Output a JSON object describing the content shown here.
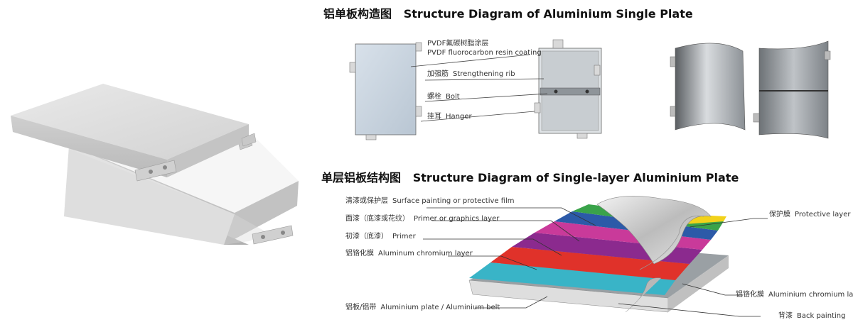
{
  "heading_top": {
    "cn": "铝单板构造图",
    "en": "Structure Diagram of Aluminium Single Plate"
  },
  "heading_bottom": {
    "cn": "单层铝板结构图",
    "en": "Structure Diagram of Single-layer Aluminium Plate"
  },
  "top_labels": {
    "pvdf_cn": "PVDF氟碳树脂涂层",
    "pvdf_en": "PVDF fluorocarbon resin coating",
    "rib_cn": "加强筋",
    "rib_en": "Strengthening rib",
    "bolt_cn": "螺栓",
    "bolt_en": "Bolt",
    "hanger_cn": "挂耳",
    "hanger_en": "Hanger"
  },
  "layer_labels": {
    "surface_cn": "清漆或保护层",
    "surface_en": "Surface painting or protective film",
    "primer_graphics_cn": "面漆（底漆或花纹）",
    "primer_graphics_en": "Primer or graphics layer",
    "primer_cn": "初漆（底漆）",
    "primer_en": "Primer",
    "chromium_left_cn": "铝铬化膜",
    "chromium_left_en": "Aluminum chromium layer",
    "plate_cn": "铝板/铝带",
    "plate_en": "Aluminium plate / Aluminium belt",
    "protective_cn": "保护膜",
    "protective_en": "Protective layer",
    "chromium_right_cn": "铝铬化膜",
    "chromium_right_en": "Aluminium chromium layer",
    "back_cn": "背漆",
    "back_en": "Back painting"
  }
}
